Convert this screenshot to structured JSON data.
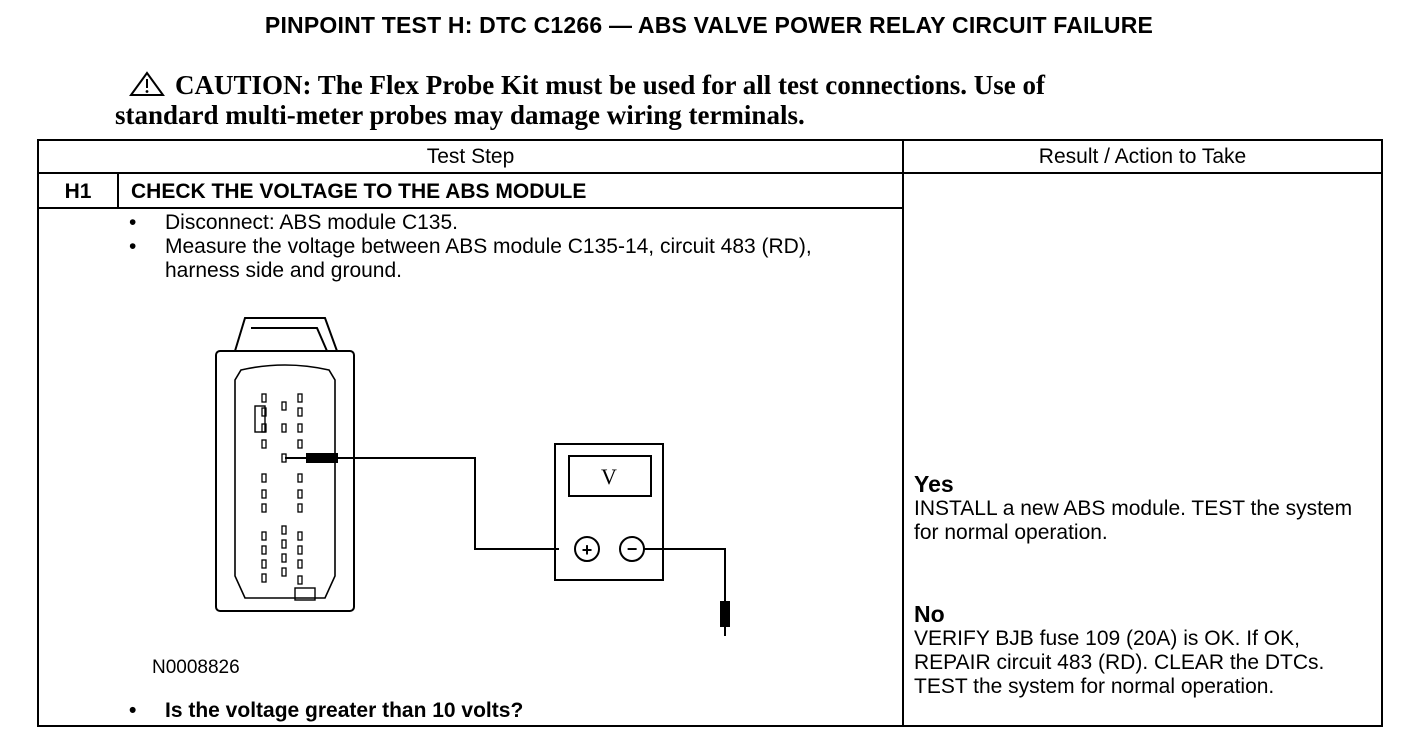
{
  "title": "PINPOINT TEST H: DTC C1266 — ABS VALVE POWER RELAY CIRCUIT FAILURE",
  "caution": {
    "icon": "warning-triangle-icon",
    "label": "CAUTION:",
    "text_line1": "The Flex Probe Kit must be used for all test connections. Use of",
    "text_line2": "standard multi-meter probes may damage wiring terminals."
  },
  "table": {
    "headers": {
      "test_step": "Test Step",
      "result": "Result / Action to Take"
    },
    "step": {
      "id": "H1",
      "heading": "CHECK THE VOLTAGE TO THE ABS MODULE",
      "bullets": [
        "Disconnect: ABS module C135.",
        "Measure the voltage between ABS module C135-14, circuit 483 (RD), harness side and ground."
      ],
      "figure": {
        "meter_label": "V",
        "plus": "+",
        "minus": "−",
        "code": "N0008826"
      },
      "question": "Is the voltage greater than 10 volts?"
    },
    "results": [
      {
        "label": "Yes",
        "text": "INSTALL a new ABS module. TEST the system for normal operation."
      },
      {
        "label": "No",
        "text": "VERIFY BJB fuse 109 (20A) is OK. If OK, REPAIR circuit 483 (RD). CLEAR the DTCs. TEST the system for normal operation."
      }
    ]
  }
}
